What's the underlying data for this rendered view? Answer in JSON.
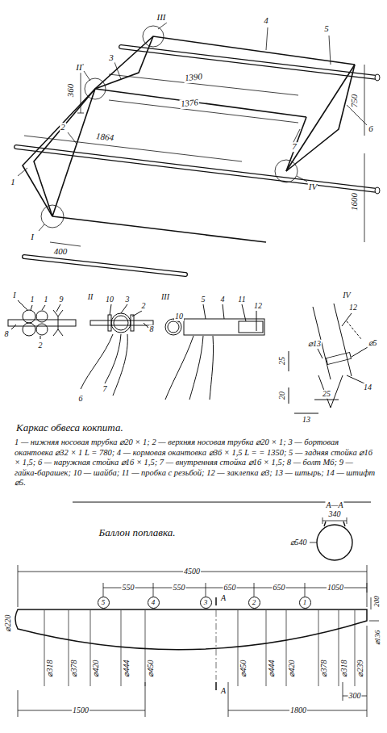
{
  "diagram": {
    "title": "Каркас обвеса кокпита.",
    "caption": "1 — нижняя носовая трубка ⌀20 × 1; 2 — верхняя носовая трубка ⌀20 × 1; 3 — бортовая окантовка ⌀32 × 1 L = 780; 4 — кормовая окантовка ⌀36 × 1,5 L = = 1350; 5 — задняя стойка ⌀16 × 1,5; 6 — наружная стойка ⌀16 × 1,5; 7 — внутренняя стойка ⌀16 × 1,5; 8 — болт М6; 9 — гайка-барашек; 10 — шайба; 11 — пробка с резьбой; 12 — заклепка ⌀3; 13 — штырь; 14 — штифт ⌀5.",
    "nodes": [
      {
        "text": [
          "5"
        ]
      },
      {
        "text": [
          "4"
        ]
      },
      {
        "text": [
          "3"
        ]
      },
      {
        "text": [
          "2"
        ]
      },
      {
        "text": [
          "1"
        ]
      }
    ],
    "labels": [
      "III",
      "II",
      "3",
      "360",
      "1390",
      "1376",
      "4",
      "5",
      "750",
      "6",
      "7",
      "1864",
      "2",
      "IV",
      "1",
      "1600",
      "I",
      "400",
      "I",
      "1",
      "1",
      "9",
      "8",
      "2",
      "II",
      "10",
      "3",
      "2",
      "8",
      "6",
      "7",
      "III",
      "10",
      "5",
      "4",
      "11",
      "12",
      "IV",
      "12",
      "⌀13",
      "⌀5",
      "25",
      "20",
      "13",
      "25",
      "14",
      "Баллон поплавка.",
      "А—А",
      "340",
      "⌀540",
      "4500",
      "550",
      "550",
      "650",
      "650",
      "1050",
      "А",
      "200",
      "⌀220",
      "⌀318",
      "⌀378",
      "⌀420",
      "⌀444",
      "⌀450",
      "⌀450",
      "⌀444",
      "⌀420",
      "⌀378",
      "⌀318",
      "⌀239",
      "⌀136",
      "300",
      "1500",
      "1800",
      "А"
    ]
  }
}
